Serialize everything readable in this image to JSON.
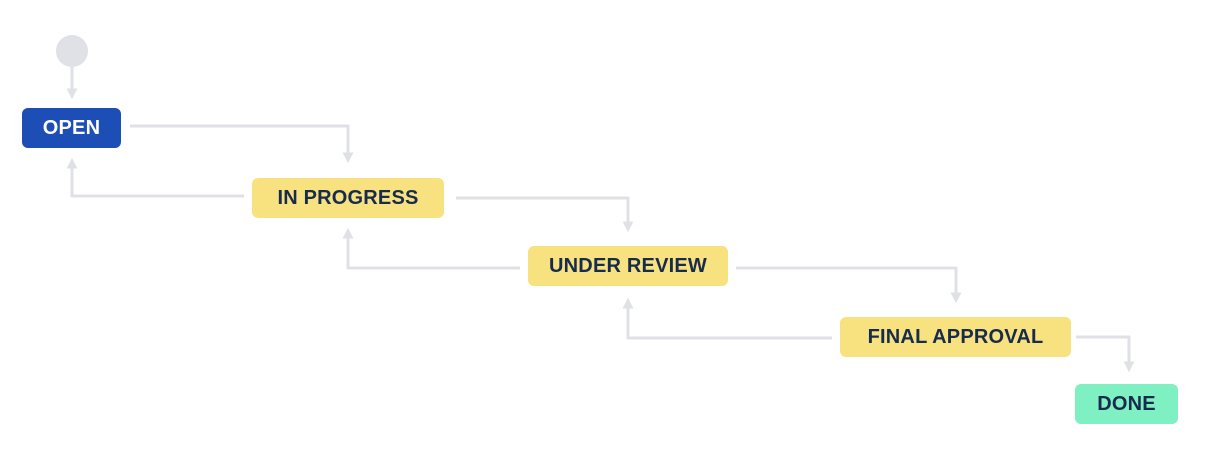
{
  "workflow": {
    "statuses": {
      "open": "OPEN",
      "in_progress": "IN PROGRESS",
      "under_review": "UNDER REVIEW",
      "final_approval": "FINAL APPROVAL",
      "done": "DONE"
    }
  },
  "colors": {
    "connector": "#dfe1e6",
    "start_node": "#dfe1e6",
    "open_bg": "#1d4eb5",
    "open_text": "#ffffff",
    "in_progress_bg": "#f8e17f",
    "in_progress_text": "#172b4d",
    "done_bg": "#7ff0c1",
    "done_text": "#172b4d"
  }
}
